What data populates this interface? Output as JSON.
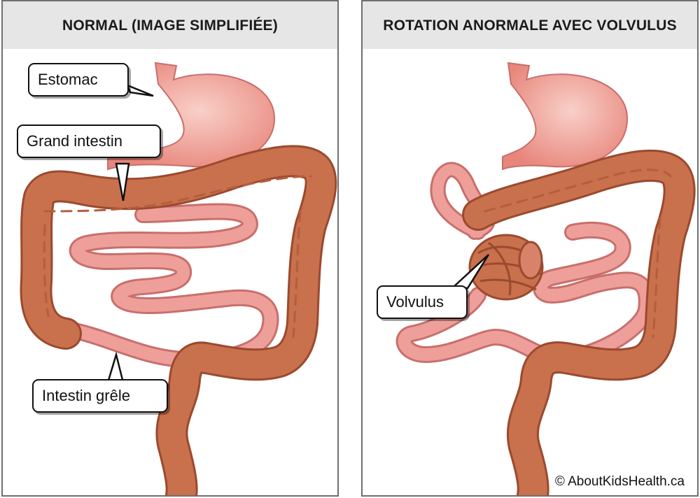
{
  "panels": [
    {
      "title": "NORMAL (IMAGE SIMPLIFIÉE)",
      "labels": {
        "stomach": "Estomac",
        "large_intestine": "Grand intestin",
        "small_intestine": "Intestin grêle"
      }
    },
    {
      "title": "ROTATION ANORMALE AVEC VOLVULUS",
      "labels": {
        "volvulus": "Volvulus"
      }
    }
  ],
  "credit": "© AboutKidsHealth.ca",
  "colors": {
    "large_intestine": "#c9704d",
    "large_intestine_dark": "#9a4a2e",
    "small_intestine": "#ee9f9a",
    "small_intestine_dark": "#c86f6c",
    "stomach": "#f2b0a8",
    "panel_header": "#e6e6e6"
  }
}
